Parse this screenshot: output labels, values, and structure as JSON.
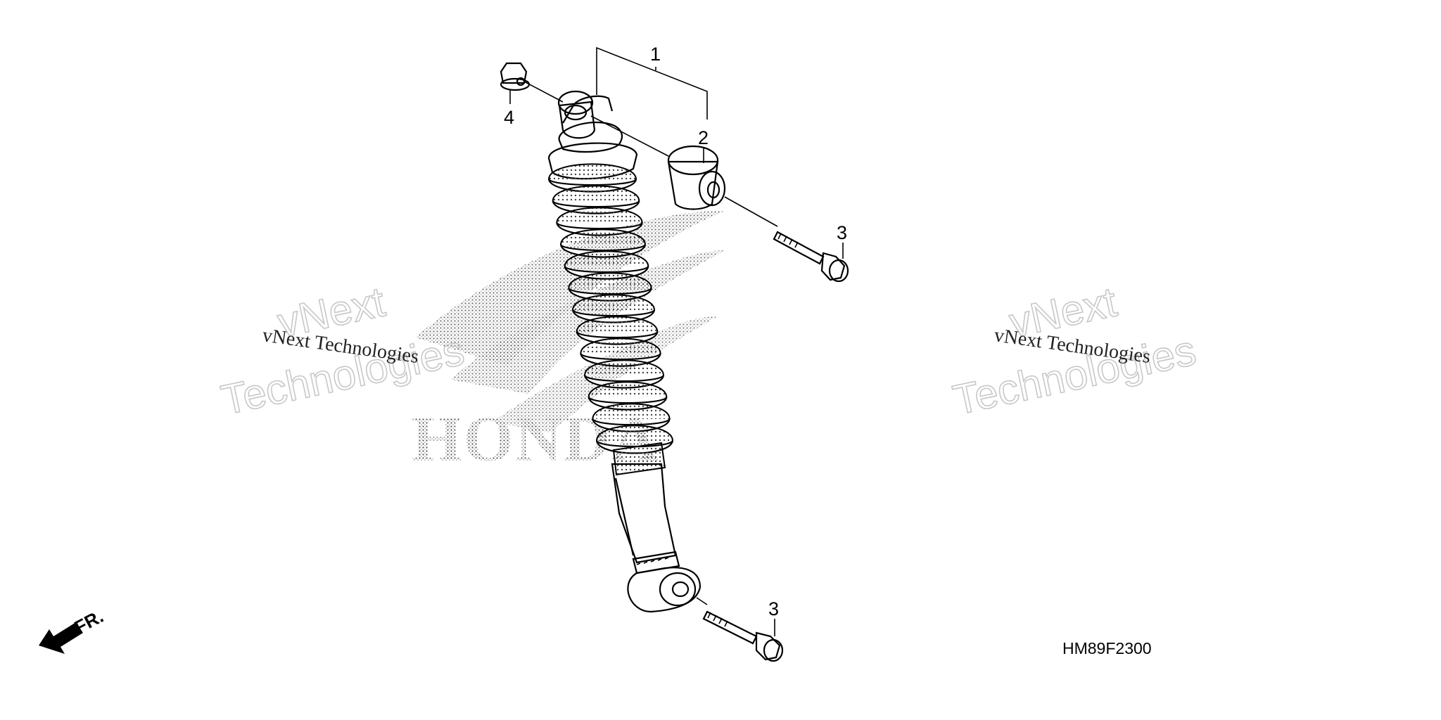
{
  "diagram": {
    "code": "HM89F2300",
    "direction_label": "FR.",
    "brand": "HONDA",
    "callouts": [
      {
        "id": "c1",
        "label": "1"
      },
      {
        "id": "c2",
        "label": "2"
      },
      {
        "id": "c3a",
        "label": "3"
      },
      {
        "id": "c3b",
        "label": "3"
      },
      {
        "id": "c4",
        "label": "4"
      }
    ]
  },
  "watermark": {
    "line1": "vNext Technologies",
    "outline_top": "vNext",
    "outline_bottom": "Technologies"
  }
}
